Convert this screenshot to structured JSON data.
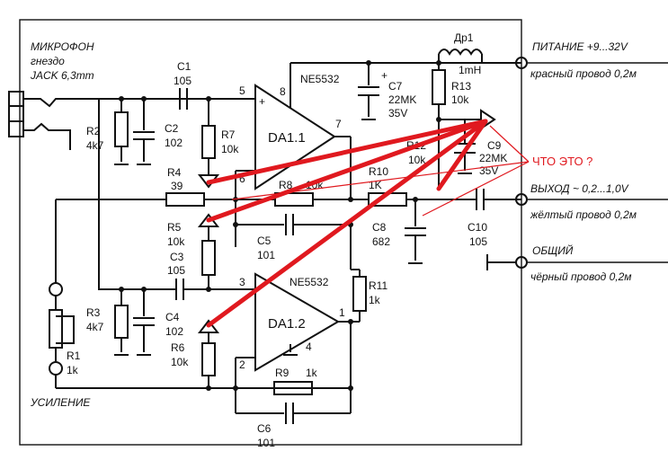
{
  "labels": {
    "mic_title": "МИКРОФОН",
    "mic_socket": "гнездо",
    "mic_jack": "JACK 6,3mm",
    "power": "ПИТАНИЕ +9...32V",
    "power_wire": "красный провод 0,2м",
    "output": "ВЫХОД ~ 0,2...1,0V",
    "output_wire": "жёлтый провод 0,2м",
    "common": "ОБЩИЙ",
    "common_wire": "чёрный провод 0,2м",
    "gain": "УСИЛЕНИЕ",
    "question": "ЧТО ЭТО ?"
  },
  "components": {
    "c1": [
      "C1",
      "105"
    ],
    "c2": [
      "C2",
      "102"
    ],
    "r2": [
      "R2",
      "4k7"
    ],
    "r7": [
      "R7",
      "10k"
    ],
    "r4": [
      "R4",
      "39"
    ],
    "r5": [
      "R5",
      "10k"
    ],
    "c3": [
      "C3",
      "105"
    ],
    "c4": [
      "C4",
      "102"
    ],
    "r3": [
      "R3",
      "4k7"
    ],
    "r1": [
      "R1",
      "1k"
    ],
    "r6": [
      "R6",
      "10k"
    ],
    "c5": [
      "C5",
      "101"
    ],
    "r8": [
      "R8",
      "10k"
    ],
    "r10": [
      "R10",
      "1K"
    ],
    "c8": [
      "C8",
      "682"
    ],
    "r11": [
      "R11",
      "1k"
    ],
    "r9": [
      "R9",
      "1k"
    ],
    "c6": [
      "C6",
      "101"
    ],
    "dr1": [
      "Др1",
      "1mH"
    ],
    "c7": [
      "C7",
      "22MK",
      "35V"
    ],
    "r13": [
      "R13",
      "10k"
    ],
    "r12": [
      "R12",
      "10k"
    ],
    "c9": [
      "C9",
      "22MK",
      "35V"
    ],
    "c10": [
      "C10",
      "105"
    ]
  },
  "opamps": {
    "da11": {
      "name": "DA1.1",
      "type": "NE5532"
    },
    "da12": {
      "name": "DA1.2",
      "type": "NE5532"
    }
  },
  "pins": {
    "p5": "5",
    "p6": "6",
    "p7": "7",
    "p8": "8",
    "p3": "3",
    "p2": "2",
    "p1": "1",
    "p4": "4",
    "plus": "+",
    "minus": "−"
  },
  "colors": {
    "wire": "#111111",
    "annotation": "#e0191f",
    "background": "#ffffff"
  }
}
